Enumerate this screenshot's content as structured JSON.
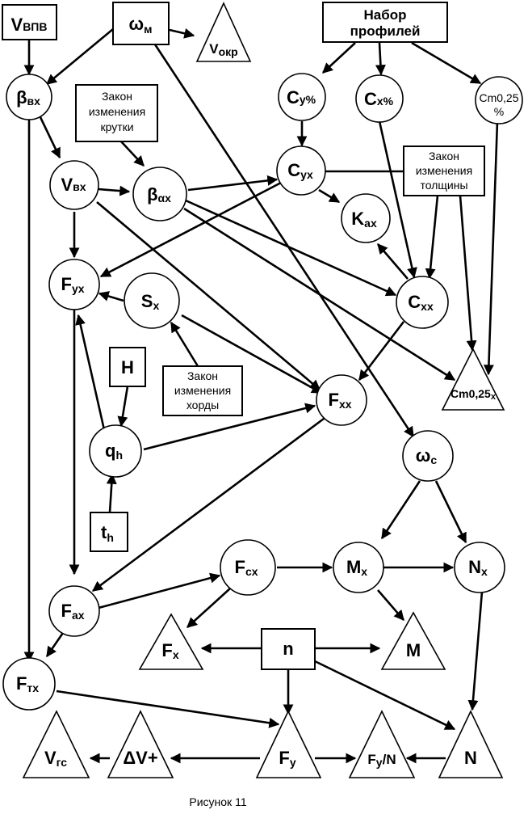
{
  "nodes": {
    "v_vpv": {
      "main": "V",
      "sub": "ВПВ"
    },
    "omega_m": {
      "main": "ω",
      "sub": "м"
    },
    "v_okr": {
      "main": "V",
      "sub": "окр"
    },
    "profiles": {
      "line1": "Набор",
      "line2": "профилей"
    },
    "beta_vx": {
      "main": "β",
      "sub": "вх"
    },
    "cy_pct": {
      "main": "C",
      "sub": "y%"
    },
    "cx_pct": {
      "main": "C",
      "sub": "x%"
    },
    "cm025_pct": {
      "line1": "Cm0,25",
      "line2": "%"
    },
    "twist_law": {
      "line1": "Закон",
      "line2": "изменения",
      "line3": "крутки"
    },
    "v_vx": {
      "main": "V",
      "sub": "вх"
    },
    "beta_ax": {
      "main": "β",
      "sub": "αx"
    },
    "cyx": {
      "main": "C",
      "sub": "yx"
    },
    "thickness_law": {
      "line1": "Закон",
      "line2": "изменения",
      "line3": "толщины"
    },
    "kax": {
      "main": "K",
      "sub": "ax"
    },
    "fyx": {
      "main": "F",
      "sub": "yx"
    },
    "sx": {
      "main": "S",
      "sub": "x"
    },
    "cxx": {
      "main": "C",
      "sub": "xx"
    },
    "h": {
      "main": "H"
    },
    "chord_law": {
      "line1": "Закон",
      "line2": "изменения",
      "line3": "хорды"
    },
    "cm025x": {
      "main": "Cm0,25",
      "sub": "x"
    },
    "fxx": {
      "main": "F",
      "sub": "xx"
    },
    "qh": {
      "main": "q",
      "sub": "h"
    },
    "omega_c": {
      "main": "ω",
      "sub": "c"
    },
    "th": {
      "main": "t",
      "sub": "h"
    },
    "fcx": {
      "main": "F",
      "sub": "cx"
    },
    "mx": {
      "main": "M",
      "sub": "x"
    },
    "nx": {
      "main": "N",
      "sub": "x"
    },
    "fax": {
      "main": "F",
      "sub": "ax"
    },
    "fx_tri": {
      "main": "F",
      "sub": "x"
    },
    "n_box": {
      "main": "n"
    },
    "m_tri": {
      "main": "M"
    },
    "ftx": {
      "main": "F",
      "sub": "тх"
    },
    "vgc": {
      "main": "V",
      "sub": "гс"
    },
    "dv": {
      "main": "ΔV+"
    },
    "fy": {
      "main": "F",
      "sub": "y"
    },
    "fy_n": {
      "main": "F",
      "sub": "y",
      "tail": "/N"
    },
    "n_tri": {
      "main": "N"
    }
  },
  "caption": "Рисунок 11"
}
